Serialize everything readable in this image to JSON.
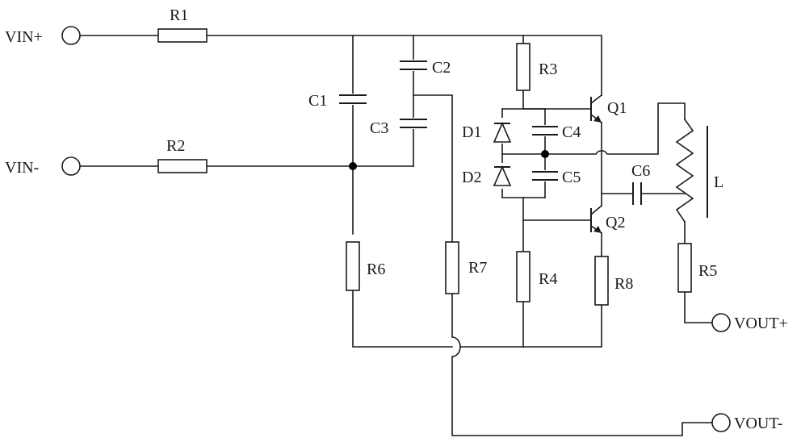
{
  "terminals": {
    "vin_plus": "VIN+",
    "vin_minus": "VIN-",
    "vout_plus": "VOUT+",
    "vout_minus": "VOUT-"
  },
  "resistors": {
    "r1": "R1",
    "r2": "R2",
    "r3": "R3",
    "r4": "R4",
    "r5": "R5",
    "r6": "R6",
    "r7": "R7",
    "r8": "R8"
  },
  "capacitors": {
    "c1": "C1",
    "c2": "C2",
    "c3": "C3",
    "c4": "C4",
    "c5": "C5",
    "c6": "C6"
  },
  "diodes": {
    "d1": "D1",
    "d2": "D2"
  },
  "transistors": {
    "q1": "Q1",
    "q2": "Q2"
  },
  "inductor": {
    "label": "L"
  }
}
